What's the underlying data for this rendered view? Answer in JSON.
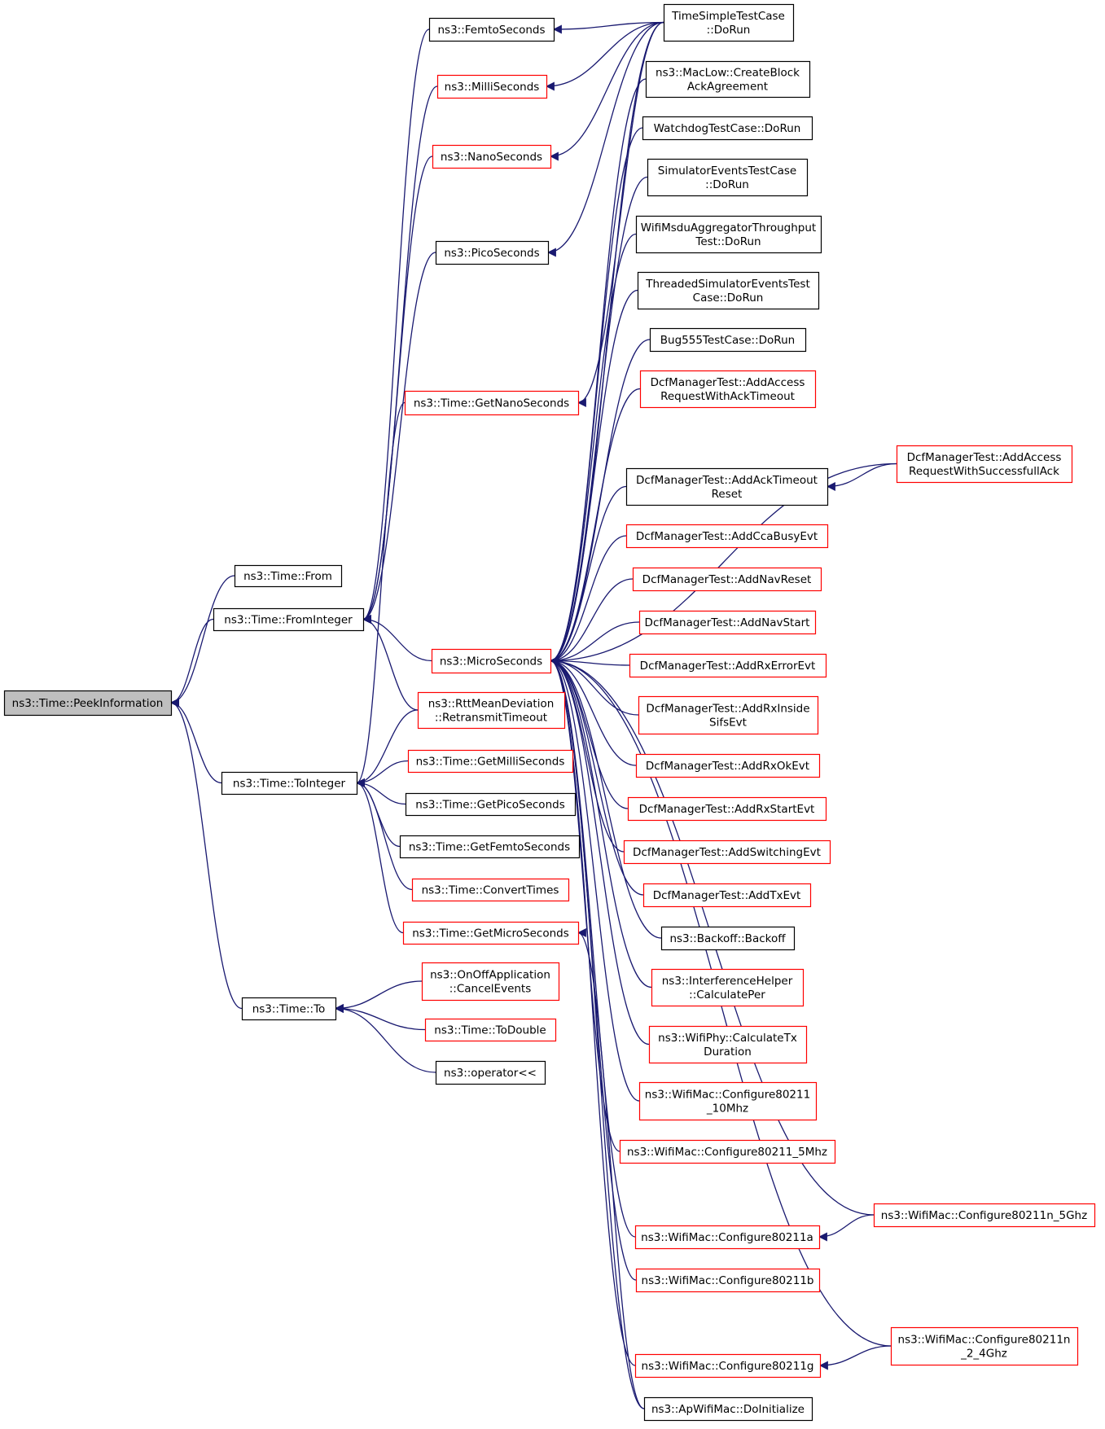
{
  "diagram": {
    "colors": {
      "edge": "#191970",
      "border_black": "#000000",
      "border_red": "#ff0000",
      "root_fill": "#bfbfbf",
      "node_fill": "#ffffff"
    },
    "nodes": [
      {
        "id": "peek",
        "lines": [
          "ns3::Time::PeekInformation"
        ],
        "border": "black",
        "root": true
      },
      {
        "id": "from",
        "lines": [
          "ns3::Time::From"
        ],
        "border": "black"
      },
      {
        "id": "fromint",
        "lines": [
          "ns3::Time::FromInteger"
        ],
        "border": "black"
      },
      {
        "id": "toint",
        "lines": [
          "ns3::Time::ToInteger"
        ],
        "border": "black"
      },
      {
        "id": "to",
        "lines": [
          "ns3::Time::To"
        ],
        "border": "black"
      },
      {
        "id": "femto",
        "lines": [
          "ns3::FemtoSeconds"
        ],
        "border": "black"
      },
      {
        "id": "milli",
        "lines": [
          "ns3::MilliSeconds"
        ],
        "border": "red"
      },
      {
        "id": "nano",
        "lines": [
          "ns3::NanoSeconds"
        ],
        "border": "red"
      },
      {
        "id": "pico",
        "lines": [
          "ns3::PicoSeconds"
        ],
        "border": "black"
      },
      {
        "id": "getnano",
        "lines": [
          "ns3::Time::GetNanoSeconds"
        ],
        "border": "red"
      },
      {
        "id": "micro",
        "lines": [
          "ns3::MicroSeconds"
        ],
        "border": "red"
      },
      {
        "id": "rtt",
        "lines": [
          "ns3::RttMeanDeviation",
          "::RetransmitTimeout"
        ],
        "border": "red"
      },
      {
        "id": "getmilli",
        "lines": [
          "ns3::Time::GetMilliSeconds"
        ],
        "border": "red"
      },
      {
        "id": "getpico",
        "lines": [
          "ns3::Time::GetPicoSeconds"
        ],
        "border": "black"
      },
      {
        "id": "getfemto",
        "lines": [
          "ns3::Time::GetFemtoSeconds"
        ],
        "border": "black"
      },
      {
        "id": "convert",
        "lines": [
          "ns3::Time::ConvertTimes"
        ],
        "border": "red"
      },
      {
        "id": "getmicro",
        "lines": [
          "ns3::Time::GetMicroSeconds"
        ],
        "border": "red"
      },
      {
        "id": "onoff",
        "lines": [
          "ns3::OnOffApplication",
          "::CancelEvents"
        ],
        "border": "red"
      },
      {
        "id": "todouble",
        "lines": [
          "ns3::Time::ToDouble"
        ],
        "border": "red"
      },
      {
        "id": "oplt",
        "lines": [
          "ns3::operator<<"
        ],
        "border": "black"
      },
      {
        "id": "timesimple",
        "lines": [
          "TimeSimpleTestCase",
          "::DoRun"
        ],
        "border": "black"
      },
      {
        "id": "maclow",
        "lines": [
          "ns3::MacLow::CreateBlock",
          "AckAgreement"
        ],
        "border": "black"
      },
      {
        "id": "watchdog",
        "lines": [
          "WatchdogTestCase::DoRun"
        ],
        "border": "black"
      },
      {
        "id": "simevents",
        "lines": [
          "SimulatorEventsTestCase",
          "::DoRun"
        ],
        "border": "black"
      },
      {
        "id": "wifimsdu",
        "lines": [
          "WifiMsduAggregatorThroughput",
          "Test::DoRun"
        ],
        "border": "black"
      },
      {
        "id": "threaded",
        "lines": [
          "ThreadedSimulatorEventsTest",
          "Case::DoRun"
        ],
        "border": "black"
      },
      {
        "id": "bug555",
        "lines": [
          "Bug555TestCase::DoRun"
        ],
        "border": "black"
      },
      {
        "id": "dcfaccessack",
        "lines": [
          "DcfManagerTest::AddAccess",
          "RequestWithAckTimeout"
        ],
        "border": "red"
      },
      {
        "id": "dcfacktimeout",
        "lines": [
          "DcfManagerTest::AddAckTimeout",
          "Reset"
        ],
        "border": "black"
      },
      {
        "id": "dcfaccesssucc",
        "lines": [
          "DcfManagerTest::AddAccess",
          "RequestWithSuccessfullAck"
        ],
        "border": "red"
      },
      {
        "id": "dcfcca",
        "lines": [
          "DcfManagerTest::AddCcaBusyEvt"
        ],
        "border": "red"
      },
      {
        "id": "dcfnavreset",
        "lines": [
          "DcfManagerTest::AddNavReset"
        ],
        "border": "red"
      },
      {
        "id": "dcfnavstart",
        "lines": [
          "DcfManagerTest::AddNavStart"
        ],
        "border": "red"
      },
      {
        "id": "dcfrxerror",
        "lines": [
          "DcfManagerTest::AddRxErrorEvt"
        ],
        "border": "red"
      },
      {
        "id": "dcfrxinside",
        "lines": [
          "DcfManagerTest::AddRxInside",
          "SifsEvt"
        ],
        "border": "red"
      },
      {
        "id": "dcfrxok",
        "lines": [
          "DcfManagerTest::AddRxOkEvt"
        ],
        "border": "red"
      },
      {
        "id": "dcfrxstart",
        "lines": [
          "DcfManagerTest::AddRxStartEvt"
        ],
        "border": "red"
      },
      {
        "id": "dcfswitch",
        "lines": [
          "DcfManagerTest::AddSwitchingEvt"
        ],
        "border": "red"
      },
      {
        "id": "dcftx",
        "lines": [
          "DcfManagerTest::AddTxEvt"
        ],
        "border": "red"
      },
      {
        "id": "backoff",
        "lines": [
          "ns3::Backoff::Backoff"
        ],
        "border": "black"
      },
      {
        "id": "interf",
        "lines": [
          "ns3::InterferenceHelper",
          "::CalculatePer"
        ],
        "border": "red"
      },
      {
        "id": "wifiphy",
        "lines": [
          "ns3::WifiPhy::CalculateTx",
          "Duration"
        ],
        "border": "red"
      },
      {
        "id": "conf10",
        "lines": [
          "ns3::WifiMac::Configure80211",
          "_10Mhz"
        ],
        "border": "red"
      },
      {
        "id": "conf5",
        "lines": [
          "ns3::WifiMac::Configure80211_5Mhz"
        ],
        "border": "red"
      },
      {
        "id": "conf11n5",
        "lines": [
          "ns3::WifiMac::Configure80211n_5Ghz"
        ],
        "border": "red"
      },
      {
        "id": "conf11a",
        "lines": [
          "ns3::WifiMac::Configure80211a"
        ],
        "border": "red"
      },
      {
        "id": "conf11b",
        "lines": [
          "ns3::WifiMac::Configure80211b"
        ],
        "border": "red"
      },
      {
        "id": "conf11n24",
        "lines": [
          "ns3::WifiMac::Configure80211n",
          "_2_4Ghz"
        ],
        "border": "red"
      },
      {
        "id": "conf11g",
        "lines": [
          "ns3::WifiMac::Configure80211g"
        ],
        "border": "red"
      },
      {
        "id": "apwifi",
        "lines": [
          "ns3::ApWifiMac::DoInitialize"
        ],
        "border": "black"
      }
    ],
    "edges": [
      [
        "peek",
        "from"
      ],
      [
        "peek",
        "fromint"
      ],
      [
        "peek",
        "toint"
      ],
      [
        "peek",
        "to"
      ],
      [
        "fromint",
        "femto"
      ],
      [
        "fromint",
        "milli"
      ],
      [
        "fromint",
        "nano"
      ],
      [
        "fromint",
        "pico"
      ],
      [
        "fromint",
        "micro"
      ],
      [
        "fromint",
        "rtt"
      ],
      [
        "toint",
        "getnano"
      ],
      [
        "toint",
        "rtt"
      ],
      [
        "toint",
        "getmilli"
      ],
      [
        "toint",
        "getpico"
      ],
      [
        "toint",
        "getfemto"
      ],
      [
        "toint",
        "convert"
      ],
      [
        "toint",
        "getmicro"
      ],
      [
        "to",
        "onoff"
      ],
      [
        "to",
        "todouble"
      ],
      [
        "to",
        "oplt"
      ],
      [
        "femto",
        "timesimple"
      ],
      [
        "milli",
        "timesimple"
      ],
      [
        "nano",
        "timesimple"
      ],
      [
        "pico",
        "timesimple"
      ],
      [
        "getnano",
        "timesimple"
      ],
      [
        "micro",
        "timesimple"
      ],
      [
        "micro",
        "maclow"
      ],
      [
        "micro",
        "watchdog"
      ],
      [
        "micro",
        "simevents"
      ],
      [
        "micro",
        "wifimsdu"
      ],
      [
        "micro",
        "threaded"
      ],
      [
        "micro",
        "bug555"
      ],
      [
        "micro",
        "dcfaccessack"
      ],
      [
        "micro",
        "dcfaccesssucc"
      ],
      [
        "micro",
        "dcfacktimeout"
      ],
      [
        "micro",
        "dcfcca"
      ],
      [
        "micro",
        "dcfnavreset"
      ],
      [
        "micro",
        "dcfnavstart"
      ],
      [
        "micro",
        "dcfrxerror"
      ],
      [
        "micro",
        "dcfrxinside"
      ],
      [
        "micro",
        "dcfrxok"
      ],
      [
        "micro",
        "dcfrxstart"
      ],
      [
        "micro",
        "dcfswitch"
      ],
      [
        "micro",
        "dcftx"
      ],
      [
        "micro",
        "backoff"
      ],
      [
        "micro",
        "interf"
      ],
      [
        "micro",
        "wifiphy"
      ],
      [
        "micro",
        "conf10"
      ],
      [
        "micro",
        "conf5"
      ],
      [
        "micro",
        "conf11n5"
      ],
      [
        "micro",
        "conf11a"
      ],
      [
        "micro",
        "conf11b"
      ],
      [
        "micro",
        "conf11n24"
      ],
      [
        "micro",
        "conf11g"
      ],
      [
        "micro",
        "apwifi"
      ],
      [
        "getmicro",
        "apwifi"
      ],
      [
        "dcfacktimeout",
        "dcfaccesssucc"
      ],
      [
        "conf11a",
        "conf11n5"
      ],
      [
        "conf11g",
        "conf11n24"
      ]
    ]
  }
}
